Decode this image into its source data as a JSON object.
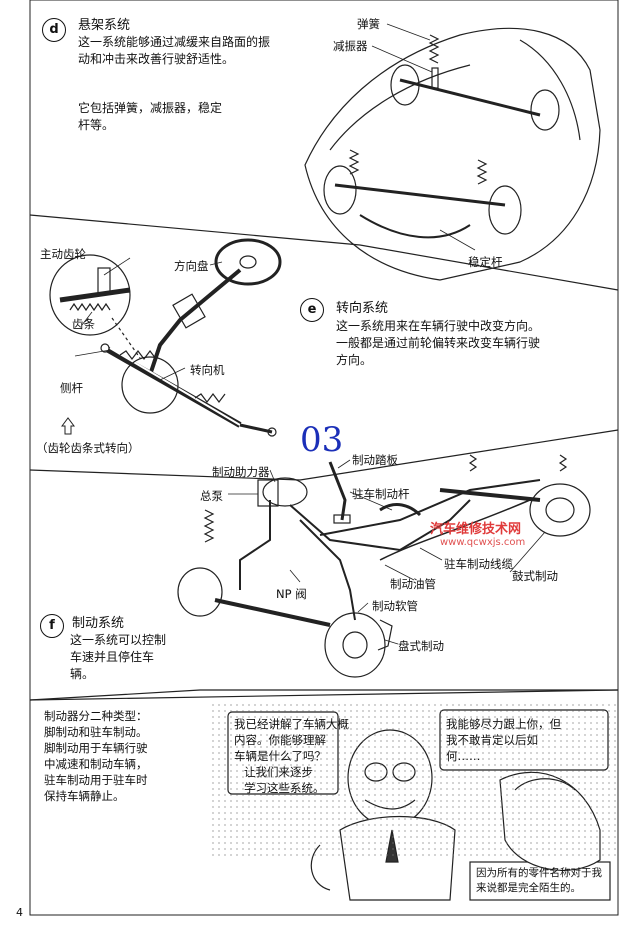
{
  "page_number": "4",
  "suspension": {
    "letter": "d",
    "title": "悬架系统",
    "desc": "这一系统能够通过减缓来自路面的振\n动和冲击来改善行驶舒适性。",
    "desc2": "它包括弹簧，减振器，稳定\n杆等。",
    "callouts": {
      "spring": "弹簧",
      "shock": "减振器",
      "stabilizer": "稳定杆"
    }
  },
  "steering": {
    "letter": "e",
    "title": "转向系统",
    "desc": "这一系统用来在车辆行驶中改变方向。\n一般都是通过前轮偏转来改变车辆行驶\n方向。",
    "callouts": {
      "pinion": "主动齿轮",
      "wheel": "方向盘",
      "rack": "齿条",
      "gear": "转向机",
      "tierod": "侧杆"
    },
    "caption": "（齿轮齿条式转向）"
  },
  "overlay_number": "03",
  "brake": {
    "letter": "f",
    "title": "制动系统",
    "desc": "这一系统可以控制\n车速并且停住车\n辆。",
    "callouts": {
      "booster": "制动助力器",
      "pedal": "制动踏板",
      "master": "总泵",
      "parking_lever": "驻车制动杆",
      "cable": "驻车制动线缆",
      "drum": "鼓式制动",
      "line": "制动油管",
      "np": "NP 阀",
      "hose": "制动软管",
      "disc": "盘式制动"
    }
  },
  "watermark": {
    "text": "汽车维修技术网",
    "url": "www.qcwxjs.com"
  },
  "comic": {
    "side_text": "制动器分二种类型：\n脚制动和驻车制动。\n脚制动用于车辆行驶\n中减速和制动车辆，\n驻车制动用于驻车时\n保持车辆静止。",
    "bubble_teacher": "我已经讲解了车辆大概\n内容。你能够理解\n车辆是什么了吗？",
    "bubble_teacher2": "让我们来逐步\n学习这些系统。",
    "bubble_student": "我能够尽力跟上你，但\n我不敢肯定以后如\n何……",
    "caption": "因为所有的零件名称对于我\n来说都是完全陌生的。"
  }
}
